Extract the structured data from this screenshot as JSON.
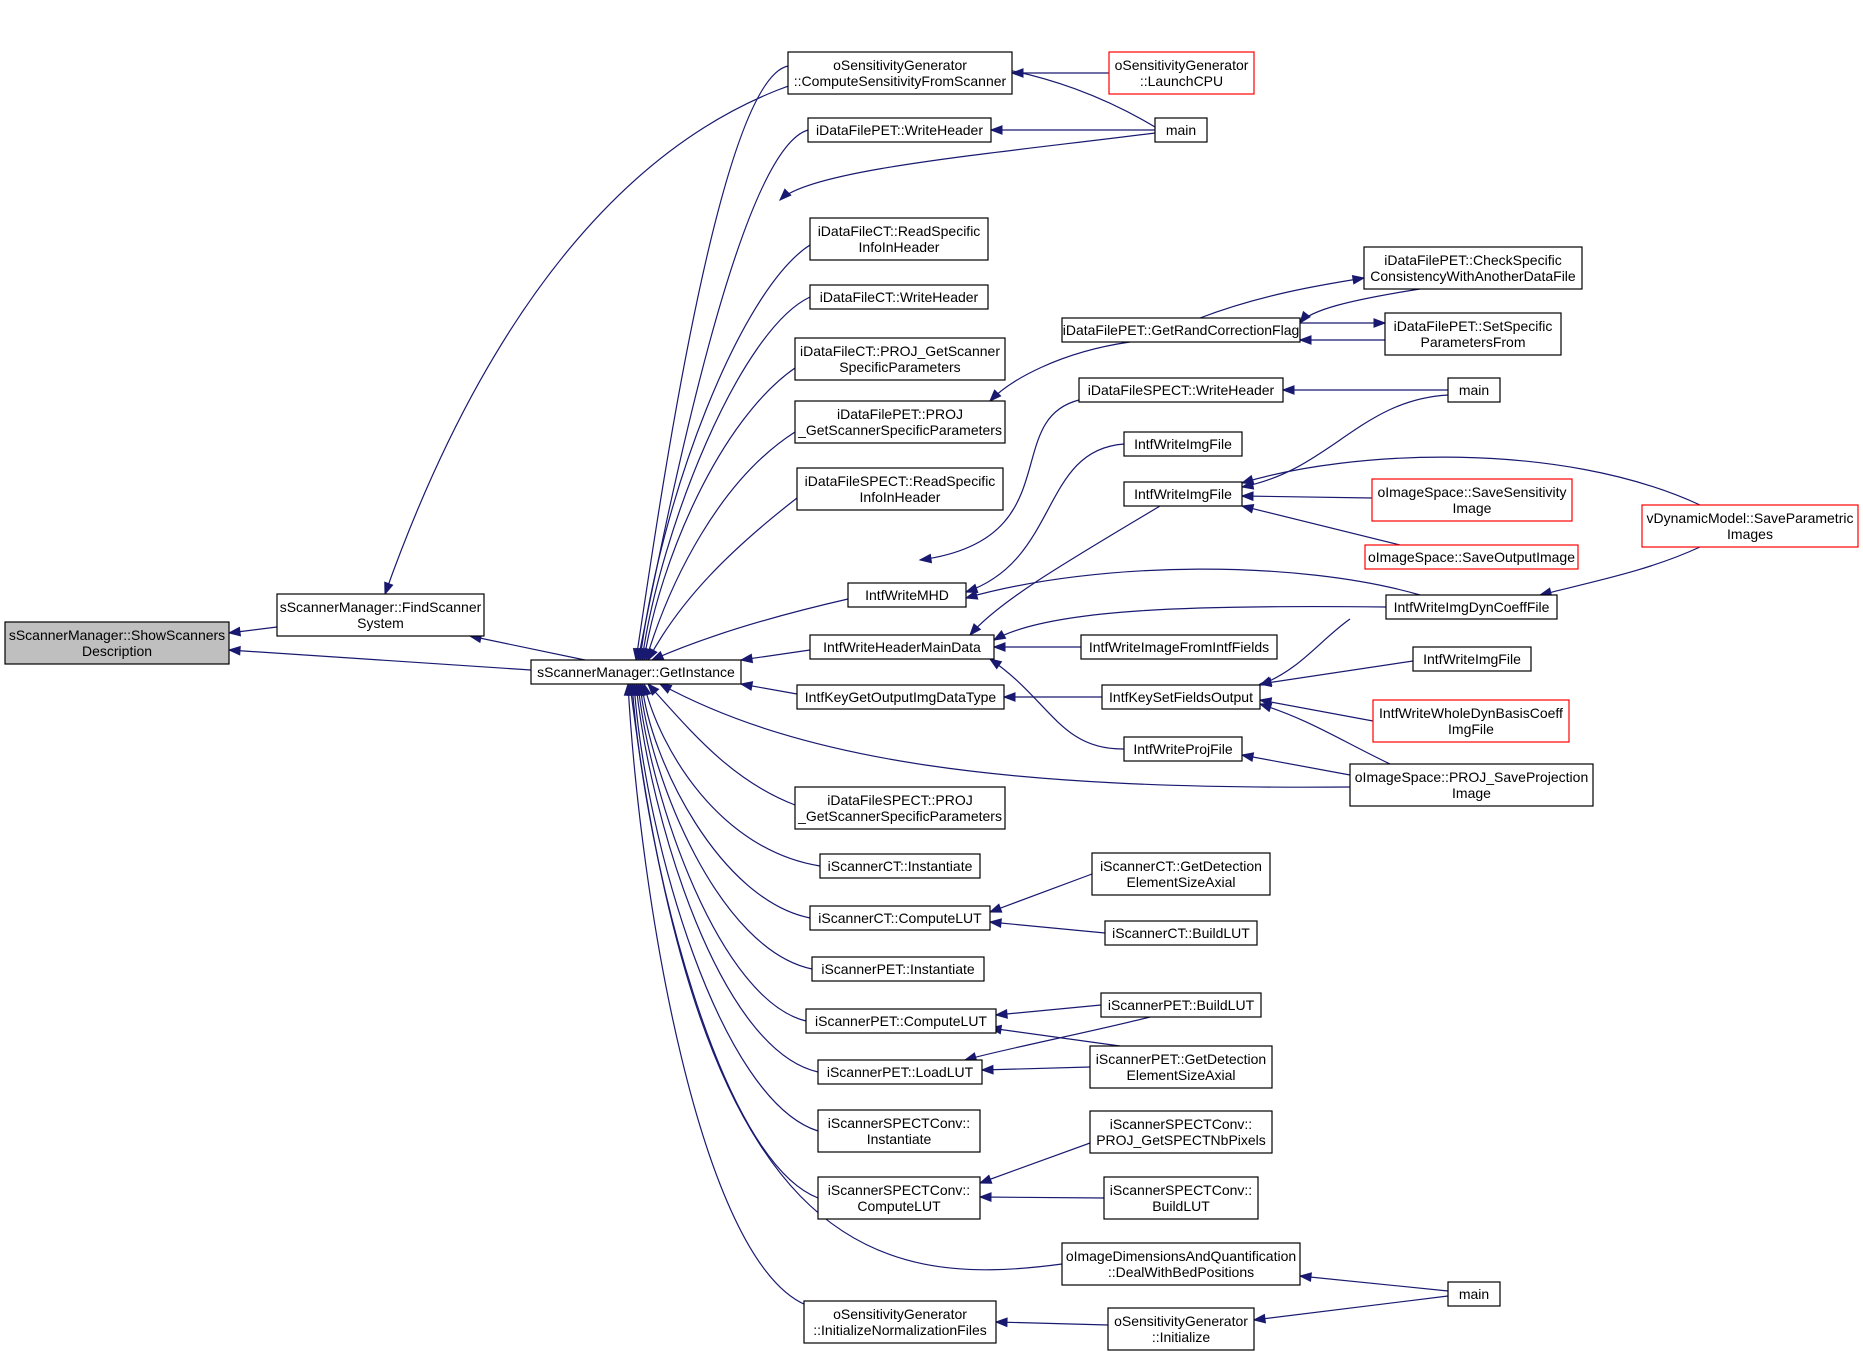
{
  "colors": {
    "edge": "#191970",
    "box_border": "#000000",
    "box_border_incomplete": "#ff0000",
    "root_fill": "#bfbfbf",
    "node_fill": "#ffffff"
  },
  "nodes": [
    {
      "id": "n_root",
      "lines": [
        "sScannerManager::ShowScanners",
        "Description"
      ],
      "style": "root"
    },
    {
      "id": "n_find",
      "lines": [
        "sScannerManager::FindScanner",
        "System"
      ],
      "style": "normal"
    },
    {
      "id": "n_getinst",
      "lines": [
        "sScannerManager::GetInstance"
      ],
      "style": "normal"
    },
    {
      "id": "n_oscomp",
      "lines": [
        "oSensitivityGenerator",
        "::ComputeSensitivityFromScanner"
      ],
      "style": "normal"
    },
    {
      "id": "n_launchcpu",
      "lines": [
        "oSensitivityGenerator",
        "::LaunchCPU"
      ],
      "style": "red"
    },
    {
      "id": "n_pet_wh",
      "lines": [
        "iDataFilePET::WriteHeader"
      ],
      "style": "normal"
    },
    {
      "id": "n_main1",
      "lines": [
        "main"
      ],
      "style": "normal"
    },
    {
      "id": "n_ct_rsi",
      "lines": [
        "iDataFileCT::ReadSpecific",
        "InfoInHeader"
      ],
      "style": "normal"
    },
    {
      "id": "n_ct_wh",
      "lines": [
        "iDataFileCT::WriteHeader"
      ],
      "style": "normal"
    },
    {
      "id": "n_ct_proj",
      "lines": [
        "iDataFileCT::PROJ_GetScanner",
        "SpecificParameters"
      ],
      "style": "normal"
    },
    {
      "id": "n_pet_proj",
      "lines": [
        "iDataFilePET::PROJ",
        "_GetScannerSpecificParameters"
      ],
      "style": "normal"
    },
    {
      "id": "n_spect_rsi",
      "lines": [
        "iDataFileSPECT::ReadSpecific",
        "InfoInHeader"
      ],
      "style": "normal"
    },
    {
      "id": "n_intf_mhd",
      "lines": [
        "IntfWriteMHD"
      ],
      "style": "normal"
    },
    {
      "id": "n_intf_hmd",
      "lines": [
        "IntfWriteHeaderMainData"
      ],
      "style": "normal"
    },
    {
      "id": "n_intf_key",
      "lines": [
        "IntfKeyGetOutputImgDataType"
      ],
      "style": "normal"
    },
    {
      "id": "n_spect_proj",
      "lines": [
        "iDataFileSPECT::PROJ",
        "_GetScannerSpecificParameters"
      ],
      "style": "normal"
    },
    {
      "id": "n_ct_inst",
      "lines": [
        "iScannerCT::Instantiate"
      ],
      "style": "normal"
    },
    {
      "id": "n_ct_clut",
      "lines": [
        "iScannerCT::ComputeLUT"
      ],
      "style": "normal"
    },
    {
      "id": "n_pet_inst",
      "lines": [
        "iScannerPET::Instantiate"
      ],
      "style": "normal"
    },
    {
      "id": "n_pet_clut",
      "lines": [
        "iScannerPET::ComputeLUT"
      ],
      "style": "normal"
    },
    {
      "id": "n_pet_llut",
      "lines": [
        "iScannerPET::LoadLUT"
      ],
      "style": "normal"
    },
    {
      "id": "n_sc_inst",
      "lines": [
        "iScannerSPECTConv::",
        "Instantiate"
      ],
      "style": "normal"
    },
    {
      "id": "n_sc_clut",
      "lines": [
        "iScannerSPECTConv::",
        "ComputeLUT"
      ],
      "style": "normal"
    },
    {
      "id": "n_oidq",
      "lines": [
        "oImageDimensionsAndQuantification",
        "::DealWithBedPositions"
      ],
      "style": "normal"
    },
    {
      "id": "n_os_inf",
      "lines": [
        "oSensitivityGenerator",
        "::InitializeNormalizationFiles"
      ],
      "style": "normal"
    },
    {
      "id": "n_pet_grcf",
      "lines": [
        "iDataFilePET::GetRandCorrectionFlag"
      ],
      "style": "normal"
    },
    {
      "id": "n_pet_csc",
      "lines": [
        "iDataFilePET::CheckSpecific",
        "ConsistencyWithAnotherDataFile"
      ],
      "style": "normal"
    },
    {
      "id": "n_pet_ssp",
      "lines": [
        "iDataFilePET::SetSpecific",
        "ParametersFrom"
      ],
      "style": "normal"
    },
    {
      "id": "n_spect_wh",
      "lines": [
        "iDataFileSPECT::WriteHeader"
      ],
      "style": "normal"
    },
    {
      "id": "n_main2",
      "lines": [
        "main"
      ],
      "style": "normal"
    },
    {
      "id": "n_iwif1",
      "lines": [
        "IntfWriteImgFile"
      ],
      "style": "normal"
    },
    {
      "id": "n_iwif2",
      "lines": [
        "IntfWriteImgFile"
      ],
      "style": "normal"
    },
    {
      "id": "n_ois_ss",
      "lines": [
        "oImageSpace::SaveSensitivity",
        "Image"
      ],
      "style": "red"
    },
    {
      "id": "n_ois_so",
      "lines": [
        "oImageSpace::SaveOutputImage"
      ],
      "style": "red"
    },
    {
      "id": "n_vdm",
      "lines": [
        "vDynamicModel::SaveParametric",
        "Images"
      ],
      "style": "red"
    },
    {
      "id": "n_iwdcf",
      "lines": [
        "IntfWriteImgDynCoeffFile"
      ],
      "style": "normal"
    },
    {
      "id": "n_iwiff",
      "lines": [
        "IntfWriteImageFromIntfFields"
      ],
      "style": "normal"
    },
    {
      "id": "n_iwif3",
      "lines": [
        "IntfWriteImgFile"
      ],
      "style": "normal"
    },
    {
      "id": "n_iksfo",
      "lines": [
        "IntfKeySetFieldsOutput"
      ],
      "style": "normal"
    },
    {
      "id": "n_iwwdbc",
      "lines": [
        "IntfWriteWholeDynBasisCoeff",
        "ImgFile"
      ],
      "style": "red"
    },
    {
      "id": "n_iwpf",
      "lines": [
        "IntfWriteProjFile"
      ],
      "style": "normal"
    },
    {
      "id": "n_ois_psp",
      "lines": [
        "oImageSpace::PROJ_SaveProjection",
        "Image"
      ],
      "style": "normal"
    },
    {
      "id": "n_ct_gdesa",
      "lines": [
        "iScannerCT::GetDetection",
        "ElementSizeAxial"
      ],
      "style": "normal"
    },
    {
      "id": "n_ct_blut",
      "lines": [
        "iScannerCT::BuildLUT"
      ],
      "style": "normal"
    },
    {
      "id": "n_pet_blut",
      "lines": [
        "iScannerPET::BuildLUT"
      ],
      "style": "normal"
    },
    {
      "id": "n_pet_gdesa",
      "lines": [
        "iScannerPET::GetDetection",
        "ElementSizeAxial"
      ],
      "style": "normal"
    },
    {
      "id": "n_sc_gsnp",
      "lines": [
        "iScannerSPECTConv::",
        "PROJ_GetSPECTNbPixels"
      ],
      "style": "normal"
    },
    {
      "id": "n_sc_blut",
      "lines": [
        "iScannerSPECTConv::",
        "BuildLUT"
      ],
      "style": "normal"
    },
    {
      "id": "n_main3",
      "lines": [
        "main"
      ],
      "style": "normal"
    },
    {
      "id": "n_os_init",
      "lines": [
        "oSensitivityGenerator",
        "::Initialize"
      ],
      "style": "normal"
    }
  ],
  "edges": [
    {
      "from": "n_find",
      "to": "n_root"
    },
    {
      "from": "n_getinst",
      "to": "n_root"
    },
    {
      "from": "n_getinst",
      "to": "n_find"
    },
    {
      "from": "n_main1",
      "to": "n_find"
    },
    {
      "from": "n_launchcpu",
      "to": "n_oscomp"
    },
    {
      "from": "n_main1",
      "to": "n_pet_wh"
    },
    {
      "from": "n_oscomp",
      "to": "n_getinst"
    },
    {
      "from": "n_pet_wh",
      "to": "n_getinst"
    },
    {
      "from": "n_main1",
      "to": "n_getinst"
    },
    {
      "from": "n_ct_rsi",
      "to": "n_getinst"
    },
    {
      "from": "n_ct_wh",
      "to": "n_getinst"
    },
    {
      "from": "n_ct_proj",
      "to": "n_getinst"
    },
    {
      "from": "n_pet_proj",
      "to": "n_getinst"
    },
    {
      "from": "n_spect_rsi",
      "to": "n_getinst"
    },
    {
      "from": "n_spect_wh",
      "to": "n_getinst"
    },
    {
      "from": "n_intf_mhd",
      "to": "n_getinst"
    },
    {
      "from": "n_intf_hmd",
      "to": "n_getinst"
    },
    {
      "from": "n_intf_key",
      "to": "n_getinst"
    },
    {
      "from": "n_ois_psp",
      "to": "n_getinst"
    },
    {
      "from": "n_spect_proj",
      "to": "n_getinst"
    },
    {
      "from": "n_ct_inst",
      "to": "n_getinst"
    },
    {
      "from": "n_ct_clut",
      "to": "n_getinst"
    },
    {
      "from": "n_pet_inst",
      "to": "n_getinst"
    },
    {
      "from": "n_pet_clut",
      "to": "n_getinst"
    },
    {
      "from": "n_pet_llut",
      "to": "n_getinst"
    },
    {
      "from": "n_sc_inst",
      "to": "n_getinst"
    },
    {
      "from": "n_sc_clut",
      "to": "n_getinst"
    },
    {
      "from": "n_oidq",
      "to": "n_getinst"
    },
    {
      "from": "n_os_inf",
      "to": "n_getinst"
    },
    {
      "from": "n_pet_grcf",
      "to": "n_pet_proj"
    },
    {
      "from": "n_pet_grcf",
      "to": "n_pet_csc"
    },
    {
      "from": "n_pet_csc",
      "to": "n_pet_grcf"
    },
    {
      "from": "n_pet_grcf",
      "to": "n_pet_ssp"
    },
    {
      "from": "n_pet_ssp",
      "to": "n_pet_grcf"
    },
    {
      "from": "n_main2",
      "to": "n_spect_wh"
    },
    {
      "from": "n_iwif1",
      "to": "n_intf_mhd"
    },
    {
      "from": "n_main2",
      "to": "n_iwif2"
    },
    {
      "from": "n_vdm",
      "to": "n_iwif2"
    },
    {
      "from": "n_ois_ss",
      "to": "n_iwif2"
    },
    {
      "from": "n_ois_so",
      "to": "n_iwif2"
    },
    {
      "from": "n_iwif2",
      "to": "n_intf_hmd"
    },
    {
      "from": "n_iwdcf",
      "to": "n_intf_mhd"
    },
    {
      "from": "n_iwdcf",
      "to": "n_intf_hmd"
    },
    {
      "from": "n_vdm",
      "to": "n_iwdcf"
    },
    {
      "from": "n_iwiff",
      "to": "n_intf_hmd"
    },
    {
      "from": "n_iwif3",
      "to": "n_iksfo"
    },
    {
      "from": "n_iksfo",
      "to": "n_intf_key"
    },
    {
      "from": "n_iksfo",
      "to": "n_iwdcf"
    },
    {
      "from": "n_iwwdbc",
      "to": "n_iksfo"
    },
    {
      "from": "n_ois_psp",
      "to": "n_iksfo"
    },
    {
      "from": "n_iwpf",
      "to": "n_intf_hmd"
    },
    {
      "from": "n_ois_psp",
      "to": "n_iwpf"
    },
    {
      "from": "n_ct_gdesa",
      "to": "n_ct_clut"
    },
    {
      "from": "n_ct_blut",
      "to": "n_ct_clut"
    },
    {
      "from": "n_pet_blut",
      "to": "n_pet_clut"
    },
    {
      "from": "n_pet_gdesa",
      "to": "n_pet_clut"
    },
    {
      "from": "n_pet_blut",
      "to": "n_pet_llut"
    },
    {
      "from": "n_pet_gdesa",
      "to": "n_pet_llut"
    },
    {
      "from": "n_sc_gsnp",
      "to": "n_sc_clut"
    },
    {
      "from": "n_sc_blut",
      "to": "n_sc_clut"
    },
    {
      "from": "n_main3",
      "to": "n_oidq"
    },
    {
      "from": "n_os_init",
      "to": "n_os_inf"
    },
    {
      "from": "n_main3",
      "to": "n_os_init"
    }
  ]
}
